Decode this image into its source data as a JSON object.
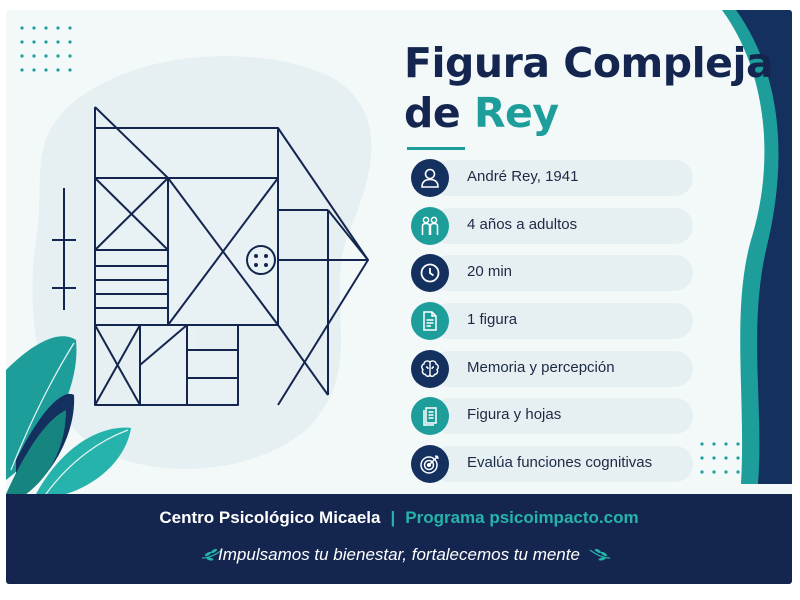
{
  "title": {
    "line1": "Figura Compleja",
    "line2_prefix": "de ",
    "line2_accent": "Rey"
  },
  "items": [
    {
      "icon": "person-icon",
      "label": "André Rey, 1941",
      "style": "navy"
    },
    {
      "icon": "people-icon",
      "label": "4 años a adultos",
      "style": "teal"
    },
    {
      "icon": "clock-icon",
      "label": "20 min",
      "style": "navy"
    },
    {
      "icon": "document-icon",
      "label": "1 figura",
      "style": "teal"
    },
    {
      "icon": "brain-icon",
      "label": "Memoria y percepción",
      "style": "navy"
    },
    {
      "icon": "pages-icon",
      "label": "Figura y hojas",
      "style": "teal"
    },
    {
      "icon": "target-icon",
      "label": "Evalúa funciones cognitivas",
      "style": "navy"
    }
  ],
  "footer": {
    "center_name": "Centro Psicológico Micaela",
    "separator": "|",
    "program": "Programa psicoimpacto.com",
    "tagline": "Impulsamos tu bienestar, fortalecemos tu mente"
  },
  "colors": {
    "navy": "#14264f",
    "teal": "#1d9e9a",
    "light_teal": "#26b3ab",
    "pill_bg": "#e6f0f2"
  }
}
